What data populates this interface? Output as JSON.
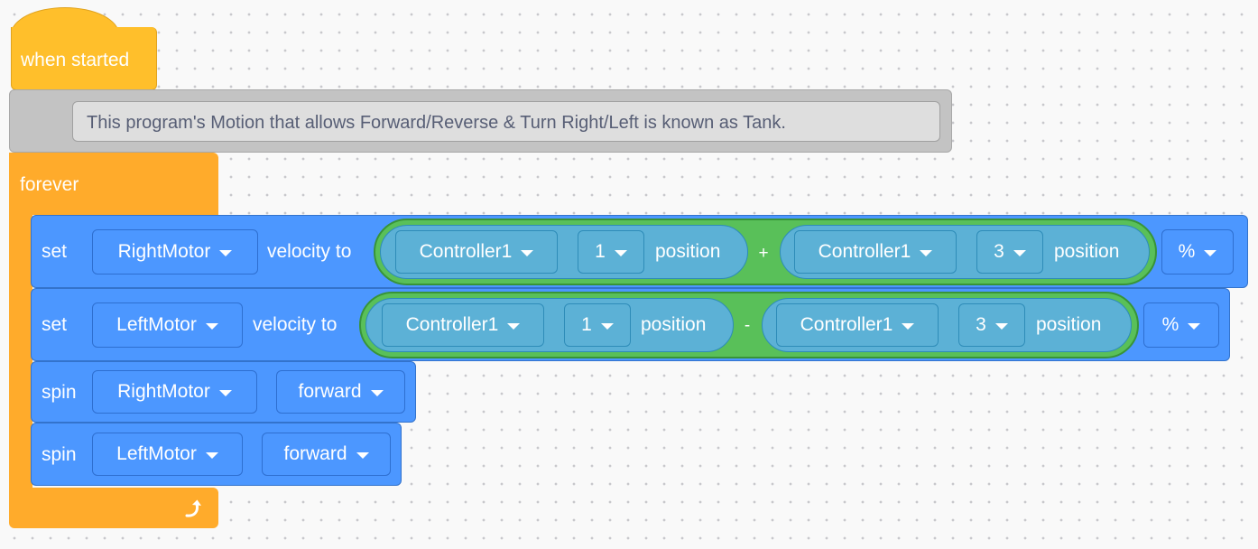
{
  "hat": {
    "label": "when started"
  },
  "comment": {
    "text": "This program's Motion that allows Forward/Reverse & Turn Right/Left is known as Tank."
  },
  "forever": {
    "label": "forever"
  },
  "blocks": [
    {
      "verb": "set",
      "motor": "RightMotor",
      "action": "velocity to",
      "left_operand": {
        "controller": "Controller1",
        "axis": "1",
        "suffix": "position"
      },
      "operator": "+",
      "right_operand": {
        "controller": "Controller1",
        "axis": "3",
        "suffix": "position"
      },
      "unit": "%"
    },
    {
      "verb": "set",
      "motor": "LeftMotor",
      "action": "velocity to",
      "left_operand": {
        "controller": "Controller1",
        "axis": "1",
        "suffix": "position"
      },
      "operator": "-",
      "right_operand": {
        "controller": "Controller1",
        "axis": "3",
        "suffix": "position"
      },
      "unit": "%"
    },
    {
      "verb": "spin",
      "motor": "RightMotor",
      "direction": "forward"
    },
    {
      "verb": "spin",
      "motor": "LeftMotor",
      "direction": "forward"
    }
  ],
  "colors": {
    "events": "#ffbf2b",
    "control": "#ffab2b",
    "motion": "#4c97ff",
    "sensing": "#5cb1d6",
    "operators": "#59c059",
    "comment": "#c3c3c3",
    "canvas": "#f9f9f9"
  }
}
